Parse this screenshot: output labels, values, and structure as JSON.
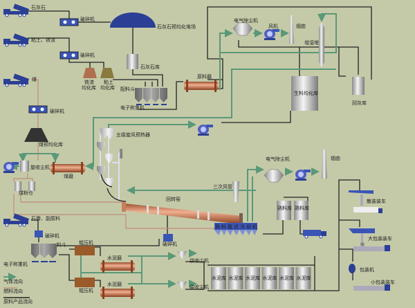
{
  "colors": {
    "background": "#c4caa8",
    "gas_flow": "#5a9878",
    "fuel_flow": "#c08a7a",
    "material_flow": "#222222",
    "equipment_blue": "#2b3f95",
    "kiln": "#c8805a"
  },
  "labels": {
    "limestone": "石灰石",
    "crusher": "破碎机",
    "limestone_yard": "石灰石预均化堆场",
    "clay_slag": "粘土、铁渣",
    "slag_homog": [
      "铁渣",
      "均化库"
    ],
    "clay_homog": [
      "粘土",
      "均化库"
    ],
    "limestone_silo": "石灰石库",
    "batching_hopper": "配料斗",
    "scale": "电子称重机",
    "raw_mill": "原料磨",
    "esp": "电气除尘机",
    "fan": "风机",
    "chimney": "烟囱",
    "humidifier": "增湿塔",
    "raw_meal_silo": "生料均化库",
    "dust_silo": "回灰库",
    "coal": "煤",
    "coal_yard": "煤预均化库",
    "preheater": "五级旋风预热器",
    "cyclone_collector": "旋收尘机",
    "coal_mill": "煤磨",
    "coal_bin": "煤粉仓",
    "kiln": "回转窑",
    "tertiary_duct": "三次风管",
    "clinker_silo": "熟料库",
    "cooler_chars": [
      "熟",
      "料",
      "篦",
      "式",
      "冷",
      "却",
      "机"
    ],
    "bulk_loading": "散装装车",
    "big_bag_loading": "大包装装车",
    "packer": "包装机",
    "small_bag_loading": "小包装装车",
    "gypsum": "石膏、副原料",
    "hopper": "料斗",
    "roller_press": "辊压机",
    "cement_mill": "水泥磨",
    "bag_filter": "袋收尘机",
    "cement_silo": "水泥库"
  },
  "legend": {
    "gas": "气体流向",
    "fuel": "燃料流向",
    "material": "原料产品流向"
  }
}
